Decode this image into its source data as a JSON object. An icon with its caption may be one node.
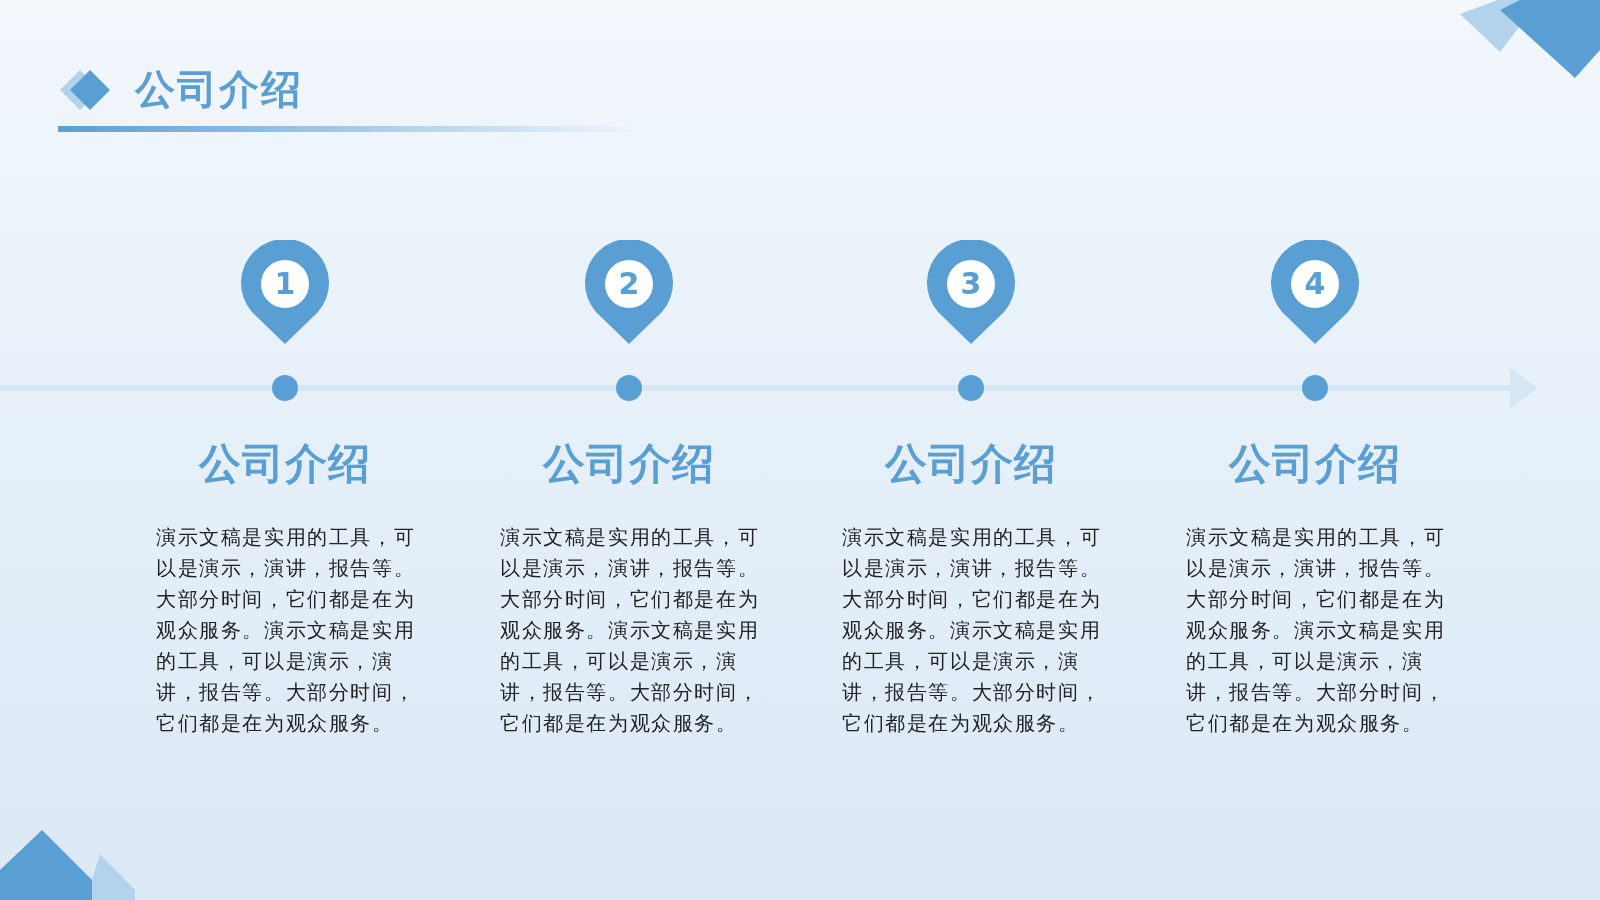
{
  "diagram": {
    "title": "公司介绍",
    "nodes": [
      {
        "text": [
          "1"
        ]
      },
      {
        "text": [],
        "shape": "circle"
      },
      {
        "text": [
          "2"
        ]
      },
      {
        "text": [],
        "shape": "circle"
      },
      {
        "text": [
          "3"
        ]
      },
      {
        "text": [],
        "shape": "circle"
      },
      {
        "text": [
          "4"
        ]
      },
      {
        "text": [],
        "shape": "circle"
      }
    ],
    "edges": [
      {
        "from": null,
        "to": 1,
        "arrow": "none"
      },
      {
        "from": 1,
        "to": 3,
        "arrow": "none"
      },
      {
        "from": 3,
        "to": 5,
        "arrow": "none"
      },
      {
        "from": 5,
        "to": 7,
        "arrow": "none"
      },
      {
        "from": 7,
        "to": null,
        "arrow": "to"
      }
    ],
    "labels": [
      "公司介绍",
      "公司介绍",
      "公司介绍",
      "公司介绍",
      "演示文稿是实用的工具，可以是演示，演讲，报告等。大部分时间，它们都是在为观众服务。演示文稿是实用的工具，可以是演示，演讲，报告等。大部分时间，它们都是在为观众服务。",
      "演示文稿是实用的工具，可以是演示，演讲，报告等。大部分时间，它们都是在为观众服务。演示文稿是实用的工具，可以是演示，演讲，报告等。大部分时间，它们都是在为观众服务。",
      "演示文稿是实用的工具，可以是演示，演讲，报告等。大部分时间，它们都是在为观众服务。演示文稿是实用的工具，可以是演示，演讲，报告等。大部分时间，它们都是在为观众服务。",
      "演示文稿是实用的工具，可以是演示，演讲，报告等。大部分时间，它们都是在为观众服务。演示文稿是实用的工具，可以是演示，演讲，报告等。大部分时间，它们都是在为观众服务。"
    ]
  }
}
